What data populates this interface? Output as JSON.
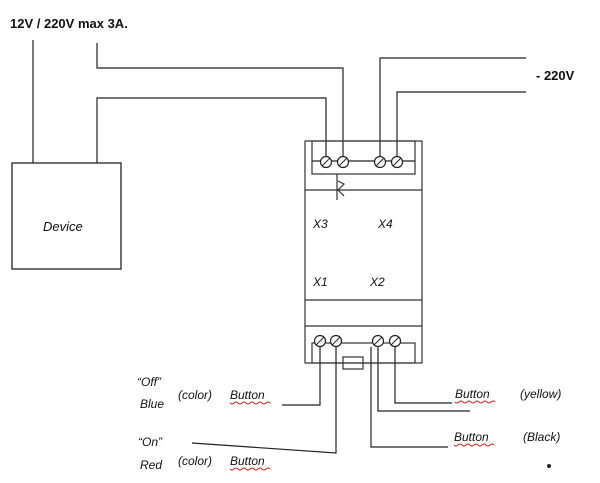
{
  "header": {
    "supply_label": "12V / 220V max 3A."
  },
  "mains_label": "- 220V",
  "device": {
    "label": "Device"
  },
  "relay": {
    "terminals": {
      "x3": "X3",
      "x4": "X4",
      "x1": "X1",
      "x2": "X2"
    }
  },
  "buttons": {
    "off": {
      "quote": "“Off”",
      "color_word": "Blue",
      "color_label": "(color)",
      "button_label": "Button"
    },
    "on": {
      "quote": "“On”",
      "color_word": "Red",
      "color_label": "(color)",
      "button_label": "Button"
    },
    "yellow": {
      "button_label": "Button",
      "color_label": "(yellow)"
    },
    "black": {
      "button_label": "Button",
      "color_label": "(Black)"
    }
  },
  "colors": {
    "line": "#222222",
    "squiggle": "#cc2222"
  }
}
